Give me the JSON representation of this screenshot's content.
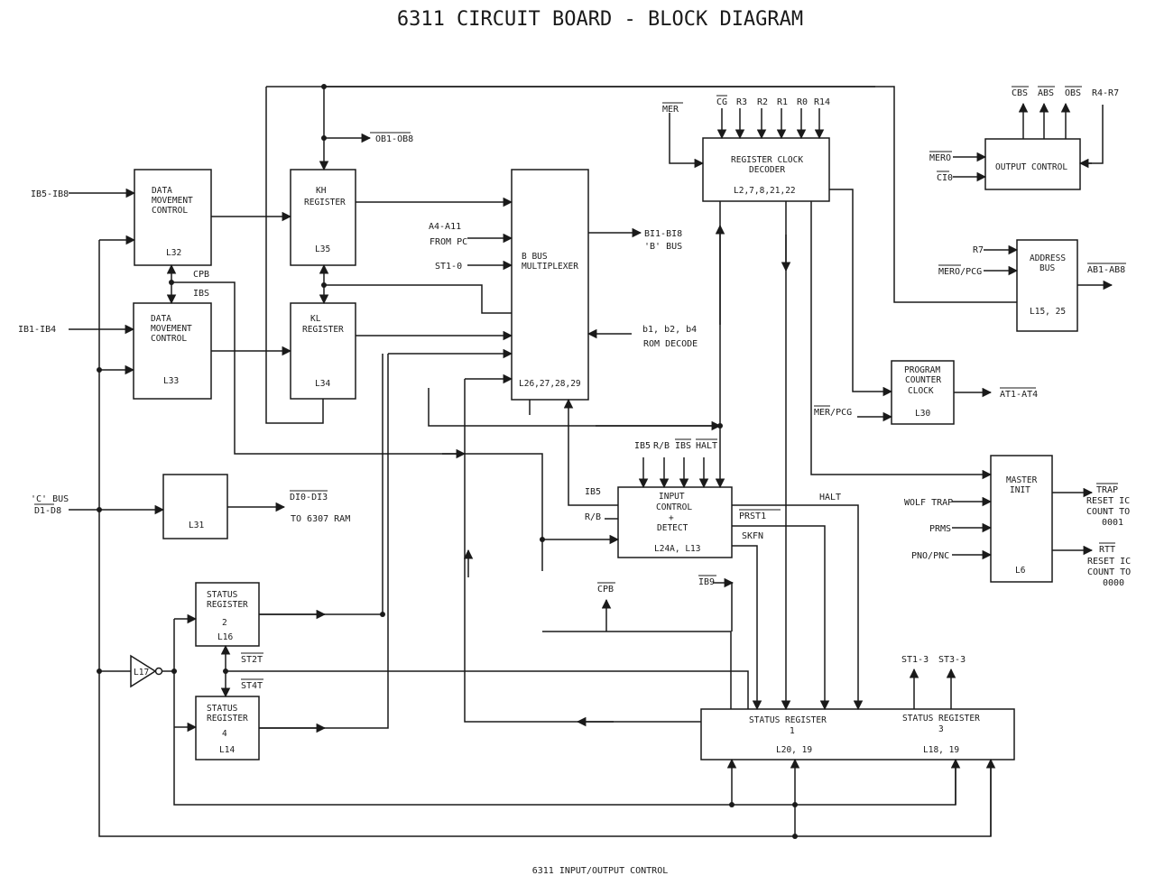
{
  "title": "6311 CIRCUIT BOARD - BLOCK DIAGRAM",
  "caption": "6311 INPUT/OUTPUT CONTROL",
  "blocks": {
    "dmc_top": {
      "l1": "DATA",
      "l2": "MOVEMENT",
      "l3": "CONTROL",
      "id": "L32"
    },
    "dmc_bot": {
      "l1": "DATA",
      "l2": "MOVEMENT",
      "l3": "CONTROL",
      "id": "L33"
    },
    "kh": {
      "l1": "KH",
      "l2": "REGISTER",
      "id": "L35"
    },
    "kl": {
      "l1": "KL",
      "l2": "REGISTER",
      "id": "L34"
    },
    "bbus": {
      "l1": "B BUS",
      "l2": "MULTIPLEXER",
      "id": "L26,27,28,29"
    },
    "rcd": {
      "l1": "REGISTER CLOCK",
      "l2": "DECODER",
      "id": "L2,7,8,21,22"
    },
    "l31": {
      "id": "L31"
    },
    "out_ctrl": {
      "l1": "OUTPUT CONTROL"
    },
    "addr_bus": {
      "l1": "ADDRESS",
      "l2": "BUS",
      "id": "L15, 25"
    },
    "pcc": {
      "l1": "PROGRAM",
      "l2": "COUNTER",
      "l3": "CLOCK",
      "id": "L30"
    },
    "icd": {
      "l1": "INPUT",
      "l2": "CONTROL",
      "l3": "+",
      "l4": "DETECT",
      "id": "L24A, L13"
    },
    "master": {
      "l1": "MASTER",
      "l2": "INIT",
      "id": "L6"
    },
    "sr2": {
      "l1": "STATUS",
      "l2": "REGISTER",
      "l3": "2",
      "id": "L16"
    },
    "sr4": {
      "l1": "STATUS",
      "l2": "REGISTER",
      "l3": "4",
      "id": "L14"
    },
    "sr13": {
      "l1": "STATUS REGISTER",
      "l2": "1",
      "id1": "L20, 19",
      "l3": "STATUS REGISTER",
      "l4": "3",
      "id3": "L18, 19"
    },
    "l17": {
      "id": "L17"
    }
  },
  "signals": {
    "ib5_ib8": "IB5-IB8",
    "ib1_ib4": "IB1-IB4",
    "ob1_ob8": "OB1-OB8",
    "cpb": "CPB",
    "ibs": "IBS",
    "a4_a11": "A4-A11",
    "from_pc": "FROM PC",
    "st1_0": "ST1-0",
    "bi1_bi8": "BI1-BI8",
    "b_bus": "'B' BUS",
    "b124": "b1, b2, b4",
    "rom_decode": "ROM DECODE",
    "c_bus": "'C' BUS",
    "d1_d8": "D1-D8",
    "di0_di3": "DI0-DI3",
    "to_6307": "TO 6307 RAM",
    "mer": "MER",
    "cg": "CG",
    "r3": "R3",
    "r2": "R2",
    "r1": "R1",
    "r0": "R0",
    "r14": "R14",
    "cbs": "CBS",
    "abs": "ABS",
    "obs": "OBS",
    "r4_r7": "R4-R7",
    "mero": "MERO",
    "ci0": "CI0",
    "r7": "R7",
    "mero_pcg": "MERO/PCG",
    "ab1_ab8": "AB1-AB8",
    "mer_pcg": "MER/PCG",
    "at1_at4": "AT1-AT4",
    "ib5": "IB5",
    "rb": "R/B",
    "ibs2": "IBS",
    "halt": "HALT",
    "ib5_top": "IB5",
    "rb_top": "R/B",
    "halt2": "HALT",
    "prst1": "PRST1",
    "skfn": "SKFN",
    "ib9": "IB9",
    "cpb2": "CPB",
    "wolf_trap": "WOLF TRAP",
    "prms": "PRMS",
    "pno_pnc": "PNO/PNC",
    "trap": "TRAP",
    "reset_ic_1": "RESET IC",
    "count_to_1": "COUNT TO",
    "c0001": "0001",
    "rtt": "RTT",
    "reset_ic_2": "RESET IC",
    "count_to_2": "COUNT TO",
    "c0000": "0000",
    "st2t": "ST2T",
    "st4t": "ST4T",
    "st1_3": "ST1-3",
    "st3_3": "ST3-3"
  }
}
